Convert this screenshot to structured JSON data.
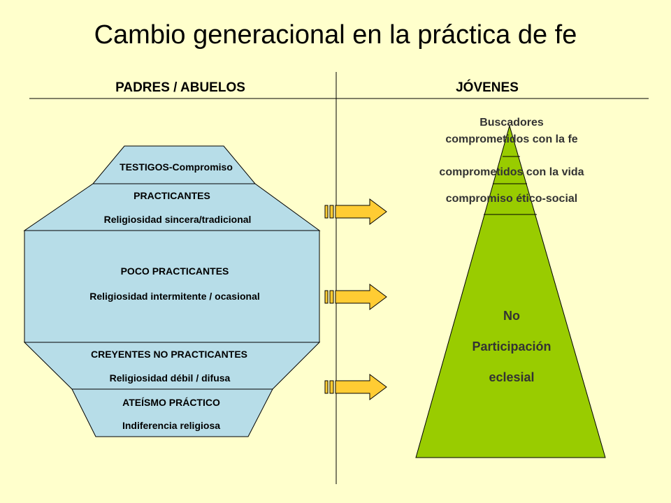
{
  "title": "Cambio generacional en la práctica de fe",
  "left_header": "PADRES / ABUELOS",
  "right_header": "JÓVENES",
  "left_levels": [
    {
      "title": "TESTIGOS-Compromiso",
      "subtitle": ""
    },
    {
      "title": "PRACTICANTES",
      "subtitle": "Religiosidad sincera/tradicional"
    },
    {
      "title": "POCO PRACTICANTES",
      "subtitle": "Religiosidad intermitente / ocasional"
    },
    {
      "title": "CREYENTES NO PRACTICANTES",
      "subtitle": "Religiosidad débil / difusa"
    },
    {
      "title": "ATEÍSMO PRÁCTICO",
      "subtitle": "Indiferencia religiosa"
    }
  ],
  "right_levels": {
    "buscadores_line1": "Buscadores",
    "buscadores_line2": "comprometidos con la fe",
    "vida": "comprometidos con la vida",
    "etico": "compromiso ético-social",
    "no_line1": "No",
    "no_line2": "Participación",
    "no_line3": "eclesial"
  },
  "colors": {
    "background": "#ffffcc",
    "octagon_fill": "#b7dde8",
    "triangle_fill": "#99cc00",
    "arrow_fill": "#ffcc33",
    "text": "#000000"
  }
}
